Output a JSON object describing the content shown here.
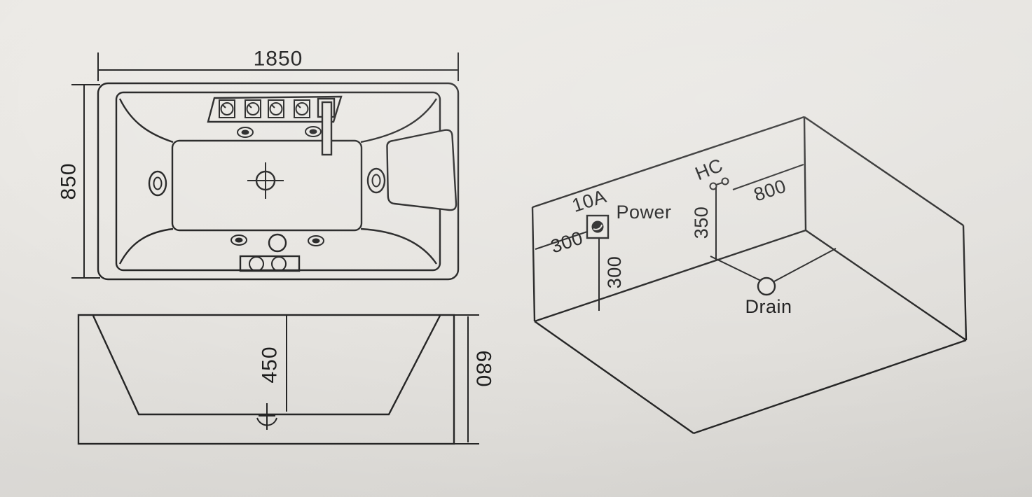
{
  "drawing": {
    "kind": "bathtub installation technical drawing",
    "paper_color": "#e7e5e1",
    "line_color": "#262626",
    "text_color": "#1d1d1d"
  },
  "top_view": {
    "width_dim": "1850",
    "depth_dim": "850"
  },
  "side_view": {
    "basin_depth_dim": "450",
    "overall_height_dim": "680"
  },
  "iso_view": {
    "breaker_label": "10A",
    "power_label": "Power",
    "power_offset_dim": "300",
    "power_height_dim": "300",
    "hot_cold_label": "HC",
    "hot_cold_height_dim": "350",
    "hot_cold_offset_dim": "800",
    "drain_label": "Drain"
  }
}
